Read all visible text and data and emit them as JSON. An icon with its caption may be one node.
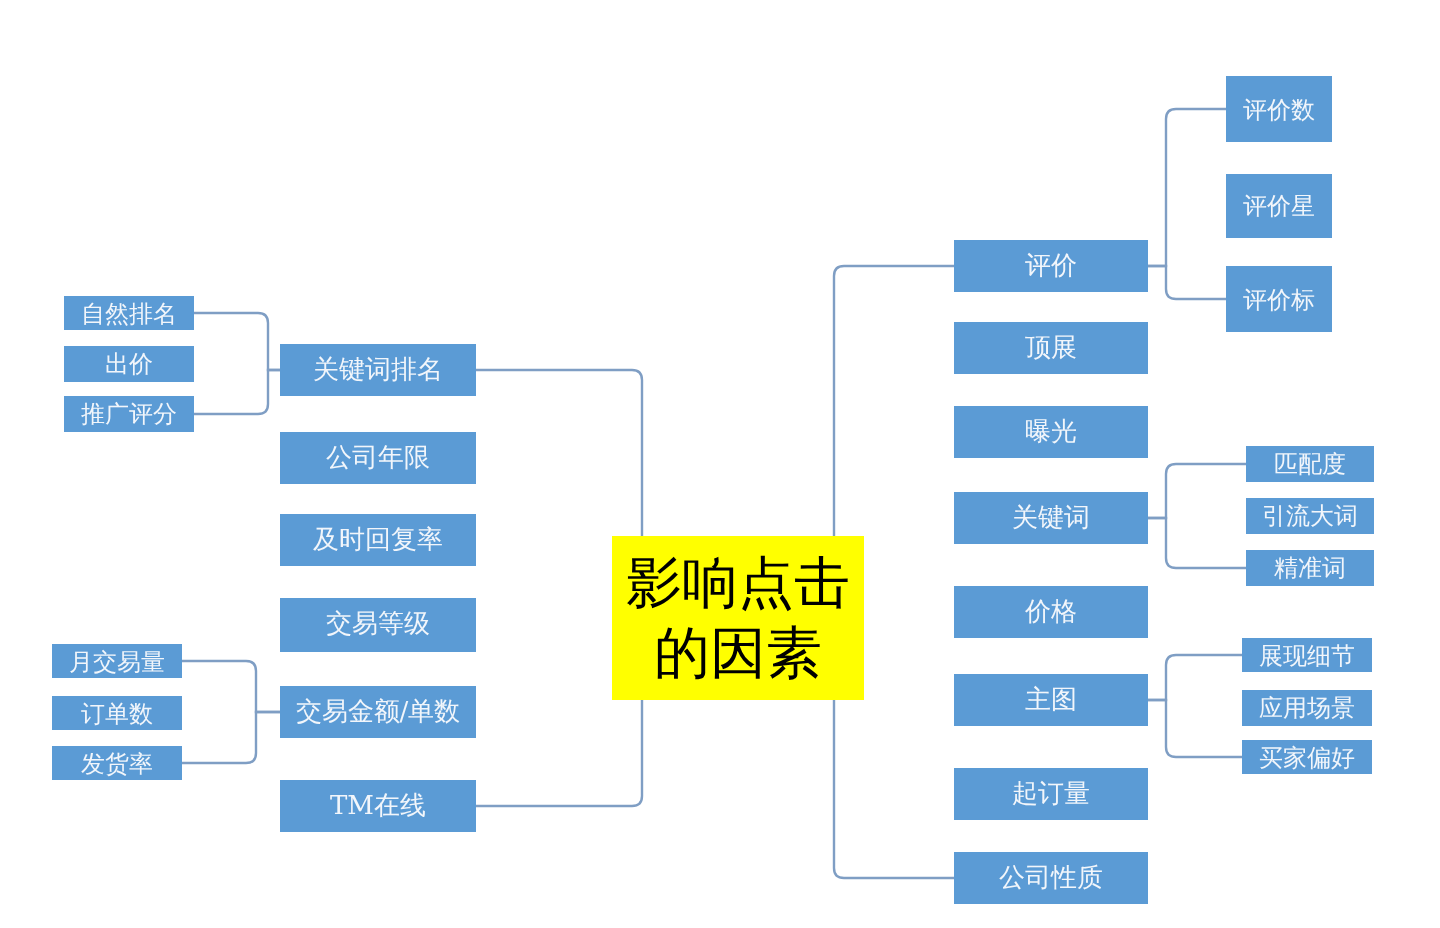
{
  "diagram": {
    "nodes": [
      {
        "text": [
          "影响点击的因素"
        ]
      },
      {
        "text": [
          "关键词排名"
        ]
      },
      {
        "text": [
          "公司年限"
        ]
      },
      {
        "text": [
          "及时回复率"
        ]
      },
      {
        "text": [
          "交易等级"
        ]
      },
      {
        "text": [
          "交易金额/单数"
        ]
      },
      {
        "text": [
          "TM在线"
        ]
      },
      {
        "text": [
          "自然排名"
        ]
      },
      {
        "text": [
          "出价"
        ]
      },
      {
        "text": [
          "推广评分"
        ]
      },
      {
        "text": [
          "月交易量"
        ]
      },
      {
        "text": [
          "订单数"
        ]
      },
      {
        "text": [
          "发货率"
        ]
      },
      {
        "text": [
          "评价"
        ]
      },
      {
        "text": [
          "顶展"
        ]
      },
      {
        "text": [
          "曝光"
        ]
      },
      {
        "text": [
          "关键词"
        ]
      },
      {
        "text": [
          "价格"
        ]
      },
      {
        "text": [
          "主图"
        ]
      },
      {
        "text": [
          "起订量"
        ]
      },
      {
        "text": [
          "公司性质"
        ]
      },
      {
        "text": [
          "评价数"
        ]
      },
      {
        "text": [
          "评价星"
        ]
      },
      {
        "text": [
          "评价标"
        ]
      },
      {
        "text": [
          "匹配度"
        ]
      },
      {
        "text": [
          "引流大词"
        ]
      },
      {
        "text": [
          "精准词"
        ]
      },
      {
        "text": [
          "展现细节"
        ]
      },
      {
        "text": [
          "应用场景"
        ]
      },
      {
        "text": [
          "买家偏好"
        ]
      }
    ],
    "edges": [
      {
        "from": 0,
        "to": 1,
        "arrow": "none"
      },
      {
        "from": 0,
        "to": 6,
        "arrow": "none"
      },
      {
        "from": 0,
        "to": 13,
        "arrow": "none"
      },
      {
        "from": 0,
        "to": 20,
        "arrow": "none"
      },
      {
        "from": 1,
        "to": 7,
        "arrow": "none"
      },
      {
        "from": 1,
        "to": 9,
        "arrow": "none"
      },
      {
        "from": 5,
        "to": 10,
        "arrow": "none"
      },
      {
        "from": 5,
        "to": 12,
        "arrow": "none"
      },
      {
        "from": 13,
        "to": 21,
        "arrow": "none"
      },
      {
        "from": 13,
        "to": 23,
        "arrow": "none"
      },
      {
        "from": 16,
        "to": 24,
        "arrow": "none"
      },
      {
        "from": 16,
        "to": 26,
        "arrow": "none"
      },
      {
        "from": 18,
        "to": 27,
        "arrow": "none"
      },
      {
        "from": 18,
        "to": 29,
        "arrow": "none"
      }
    ]
  }
}
